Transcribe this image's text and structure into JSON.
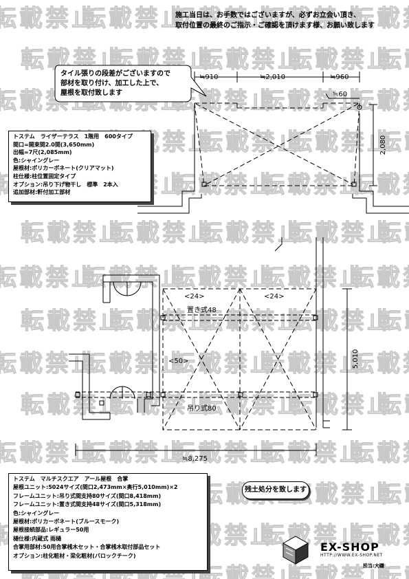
{
  "watermark": {
    "text": "転載禁止"
  },
  "notice": {
    "line1": "施工当日は、お手数ではございますが、必ずお立会い頂き、",
    "line2": "取付位置の最終のご指示・ご確認を頂けます様、お願い致します"
  },
  "callout": {
    "line1": "タイル張りの段差がございますので",
    "line2": "部材を取り付け、加工した上で、",
    "line3": "屋根を取付致します"
  },
  "top_plan": {
    "dim_left": "≒910",
    "dim_center": "≒2,010",
    "dim_right": "≒960",
    "dim_small": "≒60",
    "dim_height": "2,080"
  },
  "terrace_spec": {
    "lines": [
      "トステム　ライザーテラス　1階用　600タイプ",
      "間口=開束間2.0間(3,650mm)",
      "出幅=7尺(2,085mm)",
      "色:シャイングレー",
      "屋根材:ポリカーボネート(クリアマット)",
      "柱仕様:柱位置固定タイプ",
      "オプション:吊り下げ物干し　標準　2本入",
      "追加部材:軒付加工部材"
    ]
  },
  "bottom_plan": {
    "label_24_left": "<24>",
    "label_24_right": "<24>",
    "label_okishiki": "置き式48",
    "label_50": "<50>",
    "label_tsurishiki": "吊り式80",
    "dim_width": "≒8,275",
    "dim_depth": "5,010"
  },
  "square_spec": {
    "lines": [
      "トステム　マルチスクエア　アール屋根　合掌",
      "屋根ユニット:5024サイズ(間口2,473mm×奥行5,010mm)×2",
      "フレームユニット:吊り式間支持80サイズ(間口8,418mm)",
      "フレームユニット:置き式間支持48サイズ(間口5,318mm)",
      "色:シャイングレー",
      "屋根材:ポリカーボネート(ブルースモーク)",
      "屋根接続部品:レギュラー50用",
      "樋仕様:内蔵式 雨樋",
      "合掌用部材:50用合掌桟木セット・合掌桟木取付部品セット",
      "オプション:柱化粧材・梁化粧材(バロックチーク)"
    ]
  },
  "disposal_note": "残土処分を致します",
  "logo": {
    "name": "EX-SHOP",
    "url": "HTTP://WWW.EX-SHOP.NET",
    "author": "担当:大磯"
  }
}
